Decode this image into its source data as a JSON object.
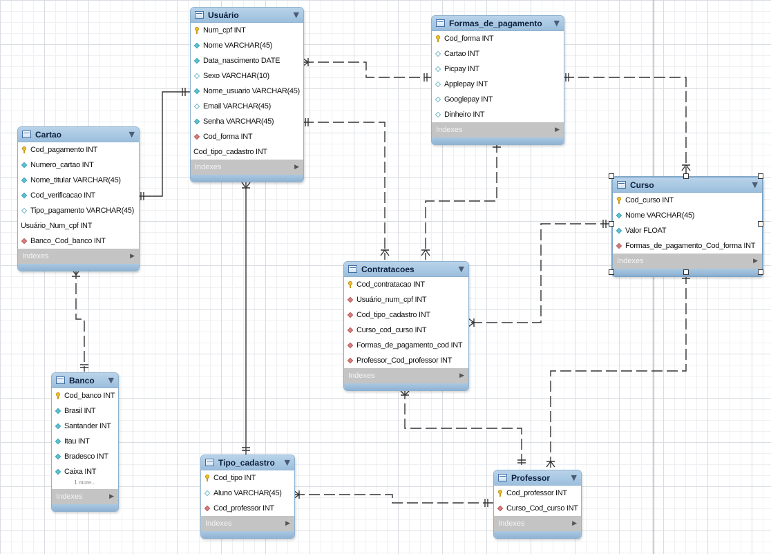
{
  "tables": {
    "usuario": {
      "name": "Usuário",
      "columns": [
        {
          "text": "Num_cpf INT",
          "icon": "key-icon"
        },
        {
          "text": "Nome VARCHAR(45)",
          "icon": "diamond-icon"
        },
        {
          "text": "Data_nascimento DATE",
          "icon": "diamond-icon"
        },
        {
          "text": "Sexo VARCHAR(10)",
          "icon": "hollow-icon"
        },
        {
          "text": "Nome_usuario VARCHAR(45)",
          "icon": "diamond-icon"
        },
        {
          "text": "Email VARCHAR(45)",
          "icon": "hollow-icon"
        },
        {
          "text": "Senha VARCHAR(45)",
          "icon": "diamond-icon"
        },
        {
          "text": "Cod_forma INT",
          "icon": "fk-icon"
        },
        {
          "text": "Cod_tipo_cadastro INT",
          "icon": "none"
        }
      ],
      "indexes_label": "Indexes"
    },
    "formas": {
      "name": "Formas_de_pagamento",
      "columns": [
        {
          "text": "Cod_forma INT",
          "icon": "key-icon"
        },
        {
          "text": "Cartao INT",
          "icon": "hollow-icon"
        },
        {
          "text": "Picpay INT",
          "icon": "hollow-icon"
        },
        {
          "text": "Applepay INT",
          "icon": "hollow-icon"
        },
        {
          "text": "Googlepay INT",
          "icon": "hollow-icon"
        },
        {
          "text": "Dinheiro INT",
          "icon": "hollow-icon"
        }
      ],
      "indexes_label": "Indexes"
    },
    "cartao": {
      "name": "Cartao",
      "columns": [
        {
          "text": "Cod_pagamento INT",
          "icon": "key-icon"
        },
        {
          "text": "Numero_cartao INT",
          "icon": "diamond-icon"
        },
        {
          "text": "Nome_titular VARCHAR(45)",
          "icon": "diamond-icon"
        },
        {
          "text": "Cod_verificacao INT",
          "icon": "diamond-icon"
        },
        {
          "text": "Tipo_pagamento VARCHAR(45)",
          "icon": "hollow-icon"
        },
        {
          "text": "Usuário_Num_cpf INT",
          "icon": "none"
        },
        {
          "text": "Banco_Cod_banco INT",
          "icon": "fk-icon"
        }
      ],
      "indexes_label": "Indexes"
    },
    "curso": {
      "name": "Curso",
      "columns": [
        {
          "text": "Cod_curso INT",
          "icon": "key-icon"
        },
        {
          "text": "Nome VARCHAR(45)",
          "icon": "diamond-icon"
        },
        {
          "text": "Valor FLOAT",
          "icon": "diamond-icon"
        },
        {
          "text": "Formas_de_pagamento_Cod_forma INT",
          "icon": "fk-icon"
        }
      ],
      "indexes_label": "Indexes"
    },
    "contratacoes": {
      "name": "Contratacoes",
      "columns": [
        {
          "text": "Cod_contratacao INT",
          "icon": "key-icon"
        },
        {
          "text": "Usuário_num_cpf INT",
          "icon": "fk-icon"
        },
        {
          "text": "Cod_tipo_cadastro INT",
          "icon": "fk-icon"
        },
        {
          "text": "Curso_cod_curso INT",
          "icon": "fk-icon"
        },
        {
          "text": "Formas_de_pagamento_cod INT",
          "icon": "fk-icon"
        },
        {
          "text": "Professor_Cod_professor INT",
          "icon": "fk-icon"
        }
      ],
      "indexes_label": "Indexes"
    },
    "banco": {
      "name": "Banco",
      "columns": [
        {
          "text": "Cod_banco INT",
          "icon": "key-icon"
        },
        {
          "text": "Brasil INT",
          "icon": "diamond-icon"
        },
        {
          "text": "Santander INT",
          "icon": "diamond-icon"
        },
        {
          "text": "Itau INT",
          "icon": "diamond-icon"
        },
        {
          "text": "Bradesco INT",
          "icon": "diamond-icon"
        },
        {
          "text": "Caixa INT",
          "icon": "diamond-icon"
        }
      ],
      "more_label": "1 more...",
      "indexes_label": "Indexes"
    },
    "tipo_cadastro": {
      "name": "Tipo_cadastro",
      "columns": [
        {
          "text": "Cod_tipo INT",
          "icon": "key-icon"
        },
        {
          "text": "Aluno VARCHAR(45)",
          "icon": "hollow-icon"
        },
        {
          "text": "Cod_professor INT",
          "icon": "fk-icon"
        }
      ],
      "indexes_label": "Indexes"
    },
    "professor": {
      "name": "Professor",
      "columns": [
        {
          "text": "Cod_professor INT",
          "icon": "key-icon"
        },
        {
          "text": "Curso_Cod_curso INT",
          "icon": "fk-icon"
        }
      ],
      "indexes_label": "Indexes"
    }
  },
  "colors": {
    "header": "#a9c8e6",
    "indexes_bar": "#c4c4c4",
    "connector": "#333333",
    "key": "#f2c230",
    "column_diamond": "#5ec4d4",
    "foreign_key": "#d97e7e"
  }
}
